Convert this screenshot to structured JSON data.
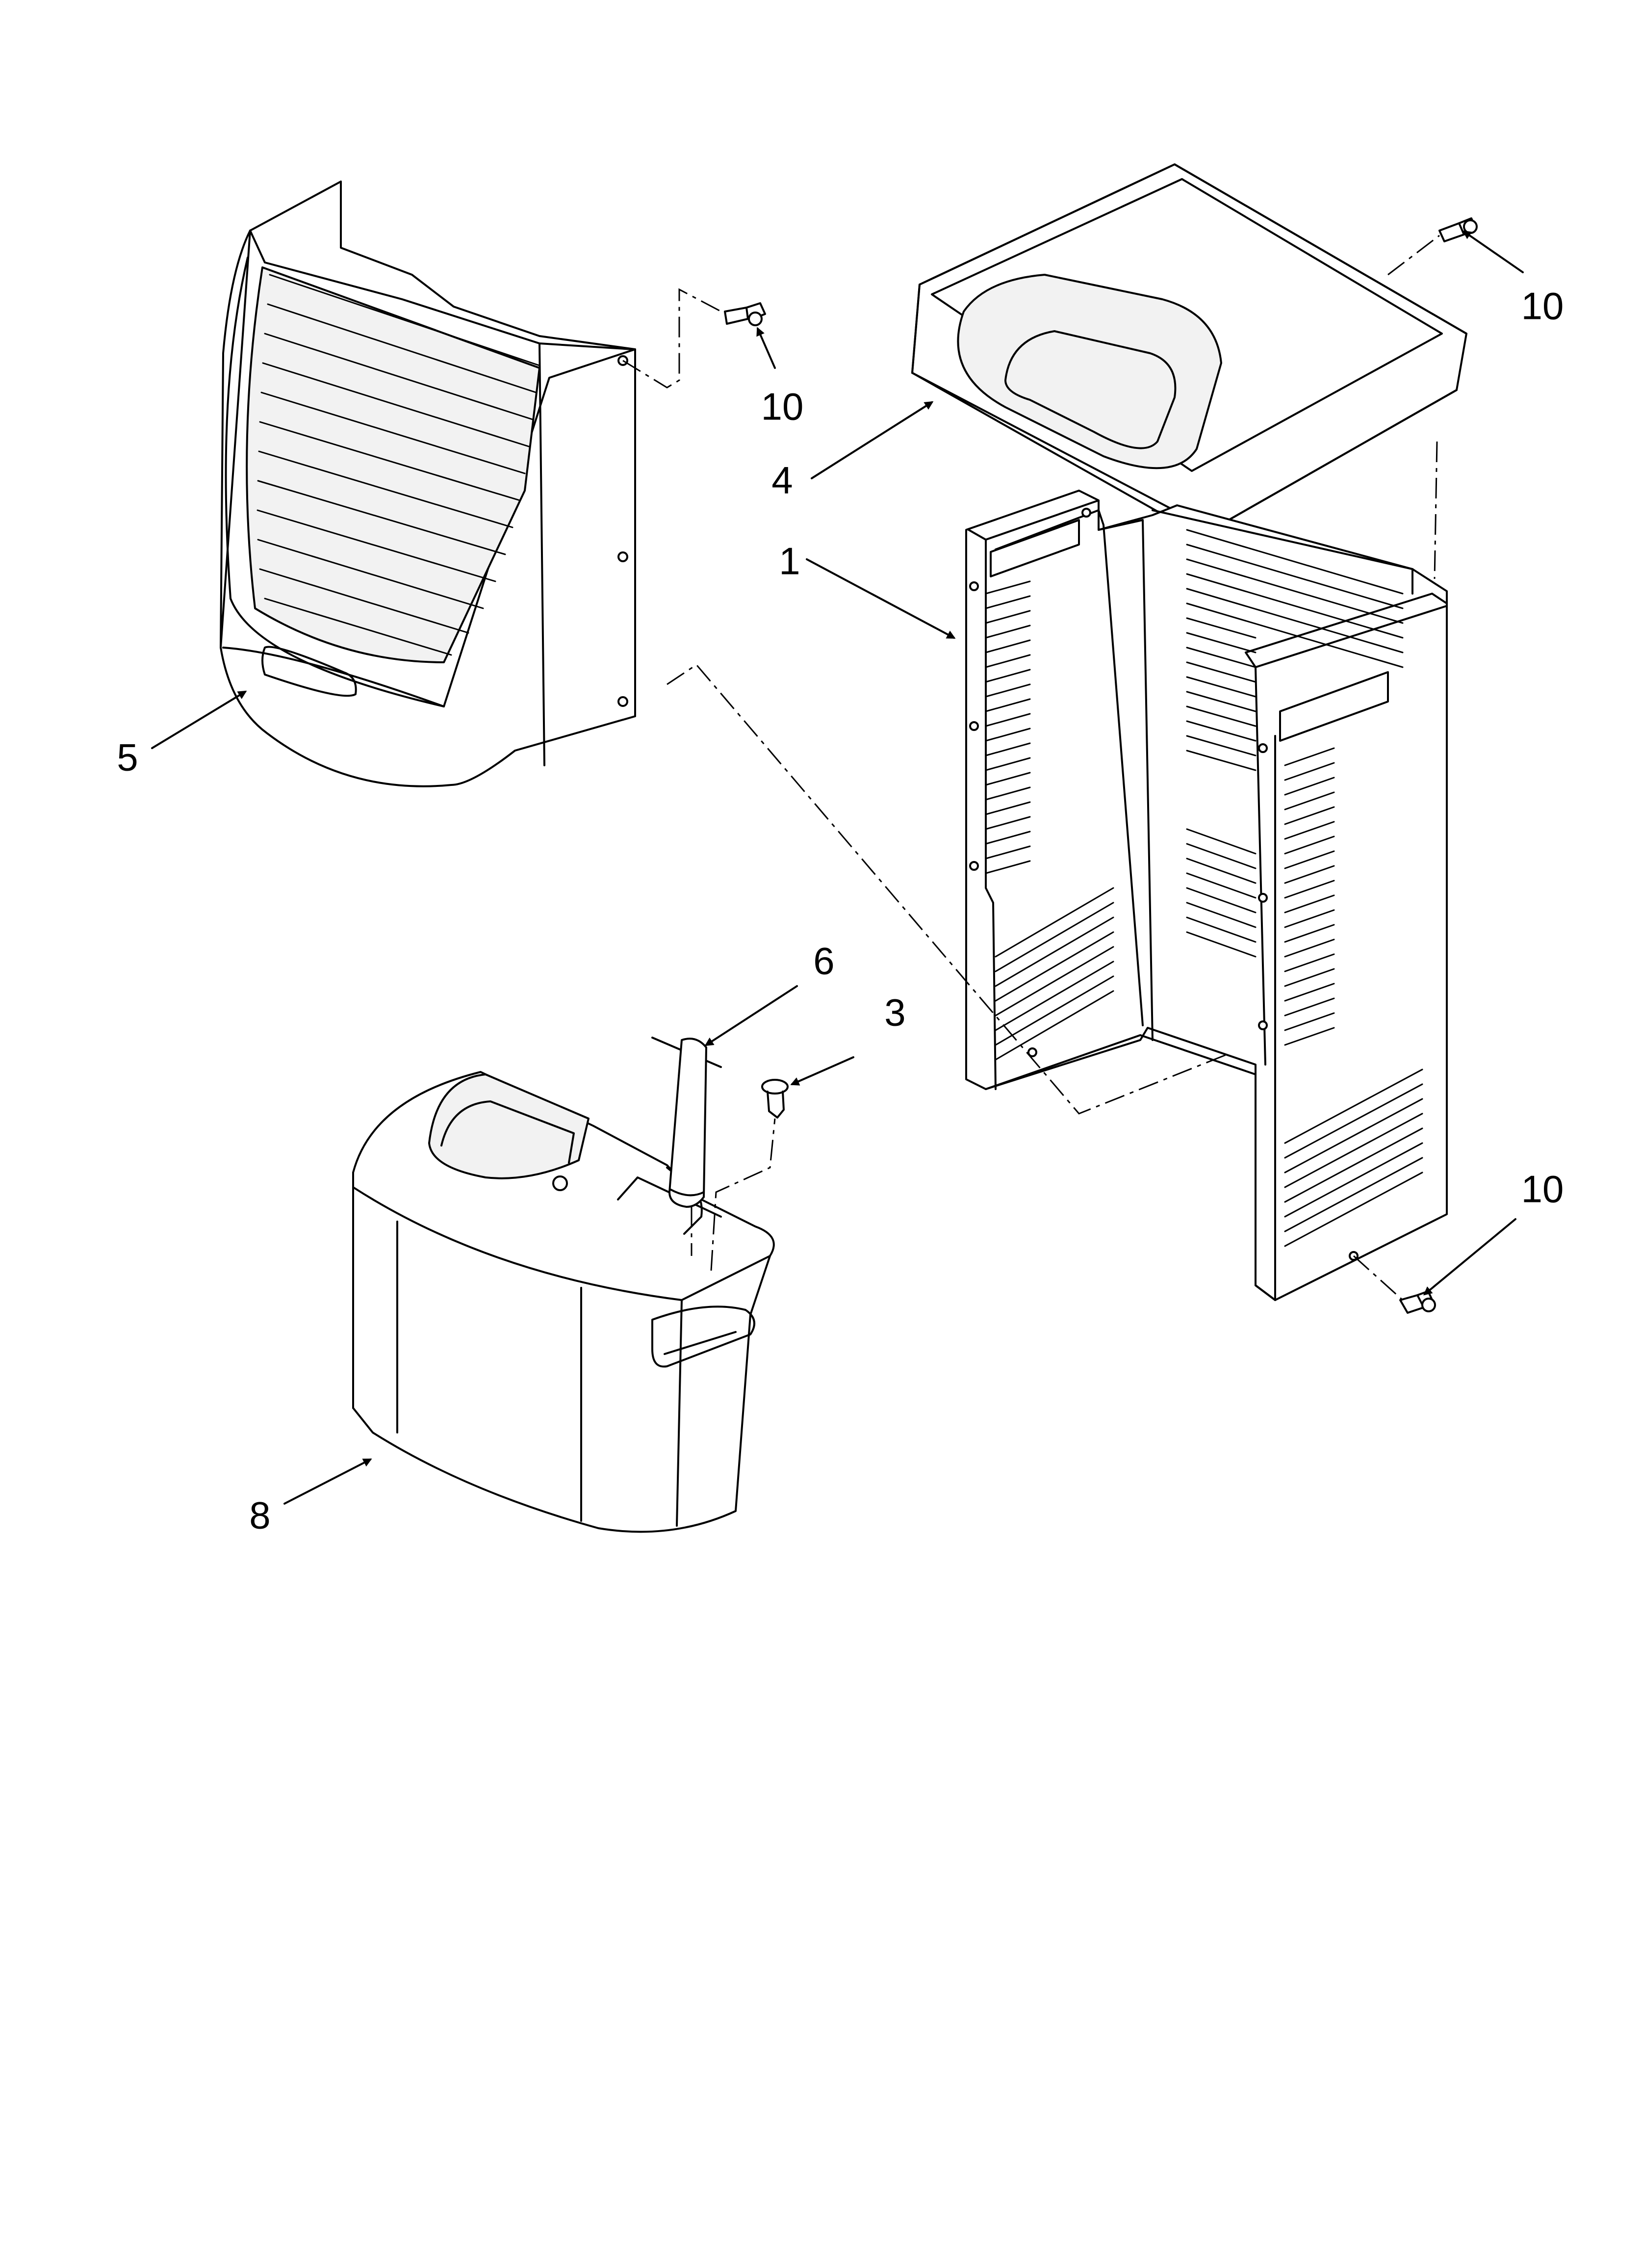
{
  "diagram": {
    "colors": {
      "background": "#ffffff",
      "line": "#000000",
      "panel_fill": "#ffffff",
      "shade_fill": "#f2f2f2"
    },
    "callouts": [
      {
        "label": "10",
        "id": "callout-10-front-panel-screw"
      },
      {
        "label": "10",
        "id": "callout-10-top-screw"
      },
      {
        "label": "4",
        "id": "callout-4-top-cover"
      },
      {
        "label": "1",
        "id": "callout-1-cabinet-wrapper"
      },
      {
        "label": "5",
        "id": "callout-5-front-grille"
      },
      {
        "label": "6",
        "id": "callout-6-drain-tube"
      },
      {
        "label": "3",
        "id": "callout-3-plug"
      },
      {
        "label": "10",
        "id": "callout-10-lower-screw"
      },
      {
        "label": "8",
        "id": "callout-8-bucket"
      }
    ]
  }
}
